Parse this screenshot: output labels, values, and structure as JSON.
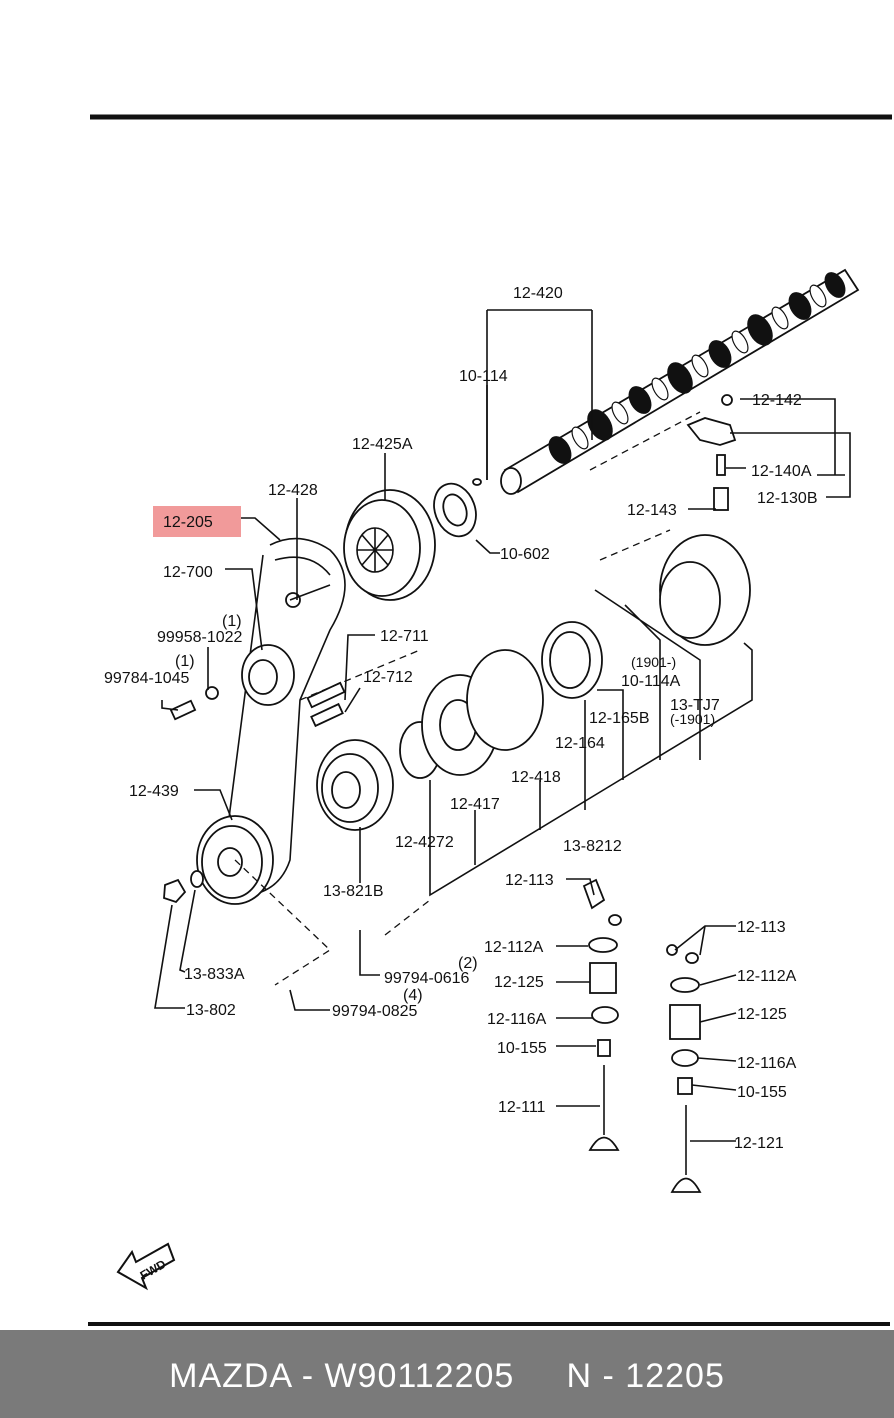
{
  "highlight_color": "#f19a9a",
  "highlighted_part": "12-205",
  "labels": {
    "l12_420": "12-420",
    "l10_114": "10-114",
    "l12_142": "12-142",
    "l12_425A": "12-425A",
    "l12_428": "12-428",
    "l12_140A": "12-140A",
    "l12_130B": "12-130B",
    "l12_143": "12-143",
    "l12_205": "12-205",
    "l10_602": "10-602",
    "l12_700": "12-700",
    "l12_711": "12-711",
    "n1a": "(1)",
    "l99958": "99958-1022",
    "n1b": "(1)",
    "l99784": "99784-1045",
    "l12_712": "12-712",
    "l1901a": "(1901-)",
    "l10_114A": "10-114A",
    "l13_TJ7": "13-TJ7",
    "l1901b": "(-1901)",
    "l12_165B": "12-165B",
    "l12_164": "12-164",
    "l12_439": "12-439",
    "l12_418": "12-418",
    "l12_417": "12-417",
    "l12_4272": "12-4272",
    "l13_8212": "13-8212",
    "l13_821B": "13-821B",
    "l12_113a": "12-113",
    "l12_113b": "12-113",
    "l12_112Aa": "12-112A",
    "l12_112Ab": "12-112A",
    "n2": "(2)",
    "l99794_0616": "99794-0616",
    "l13_833A": "13-833A",
    "l12_125a": "12-125",
    "l12_125b": "12-125",
    "n4": "(4)",
    "l99794_0825": "99794-0825",
    "l13_802": "13-802",
    "l12_116Aa": "12-116A",
    "l12_116Ab": "12-116A",
    "l10_155a": "10-155",
    "l10_155b": "10-155",
    "l12_111": "12-111",
    "l12_121": "12-121",
    "fwd": "FWD"
  },
  "footer": {
    "text": "MAZDA - W90112205     N - 12205"
  }
}
